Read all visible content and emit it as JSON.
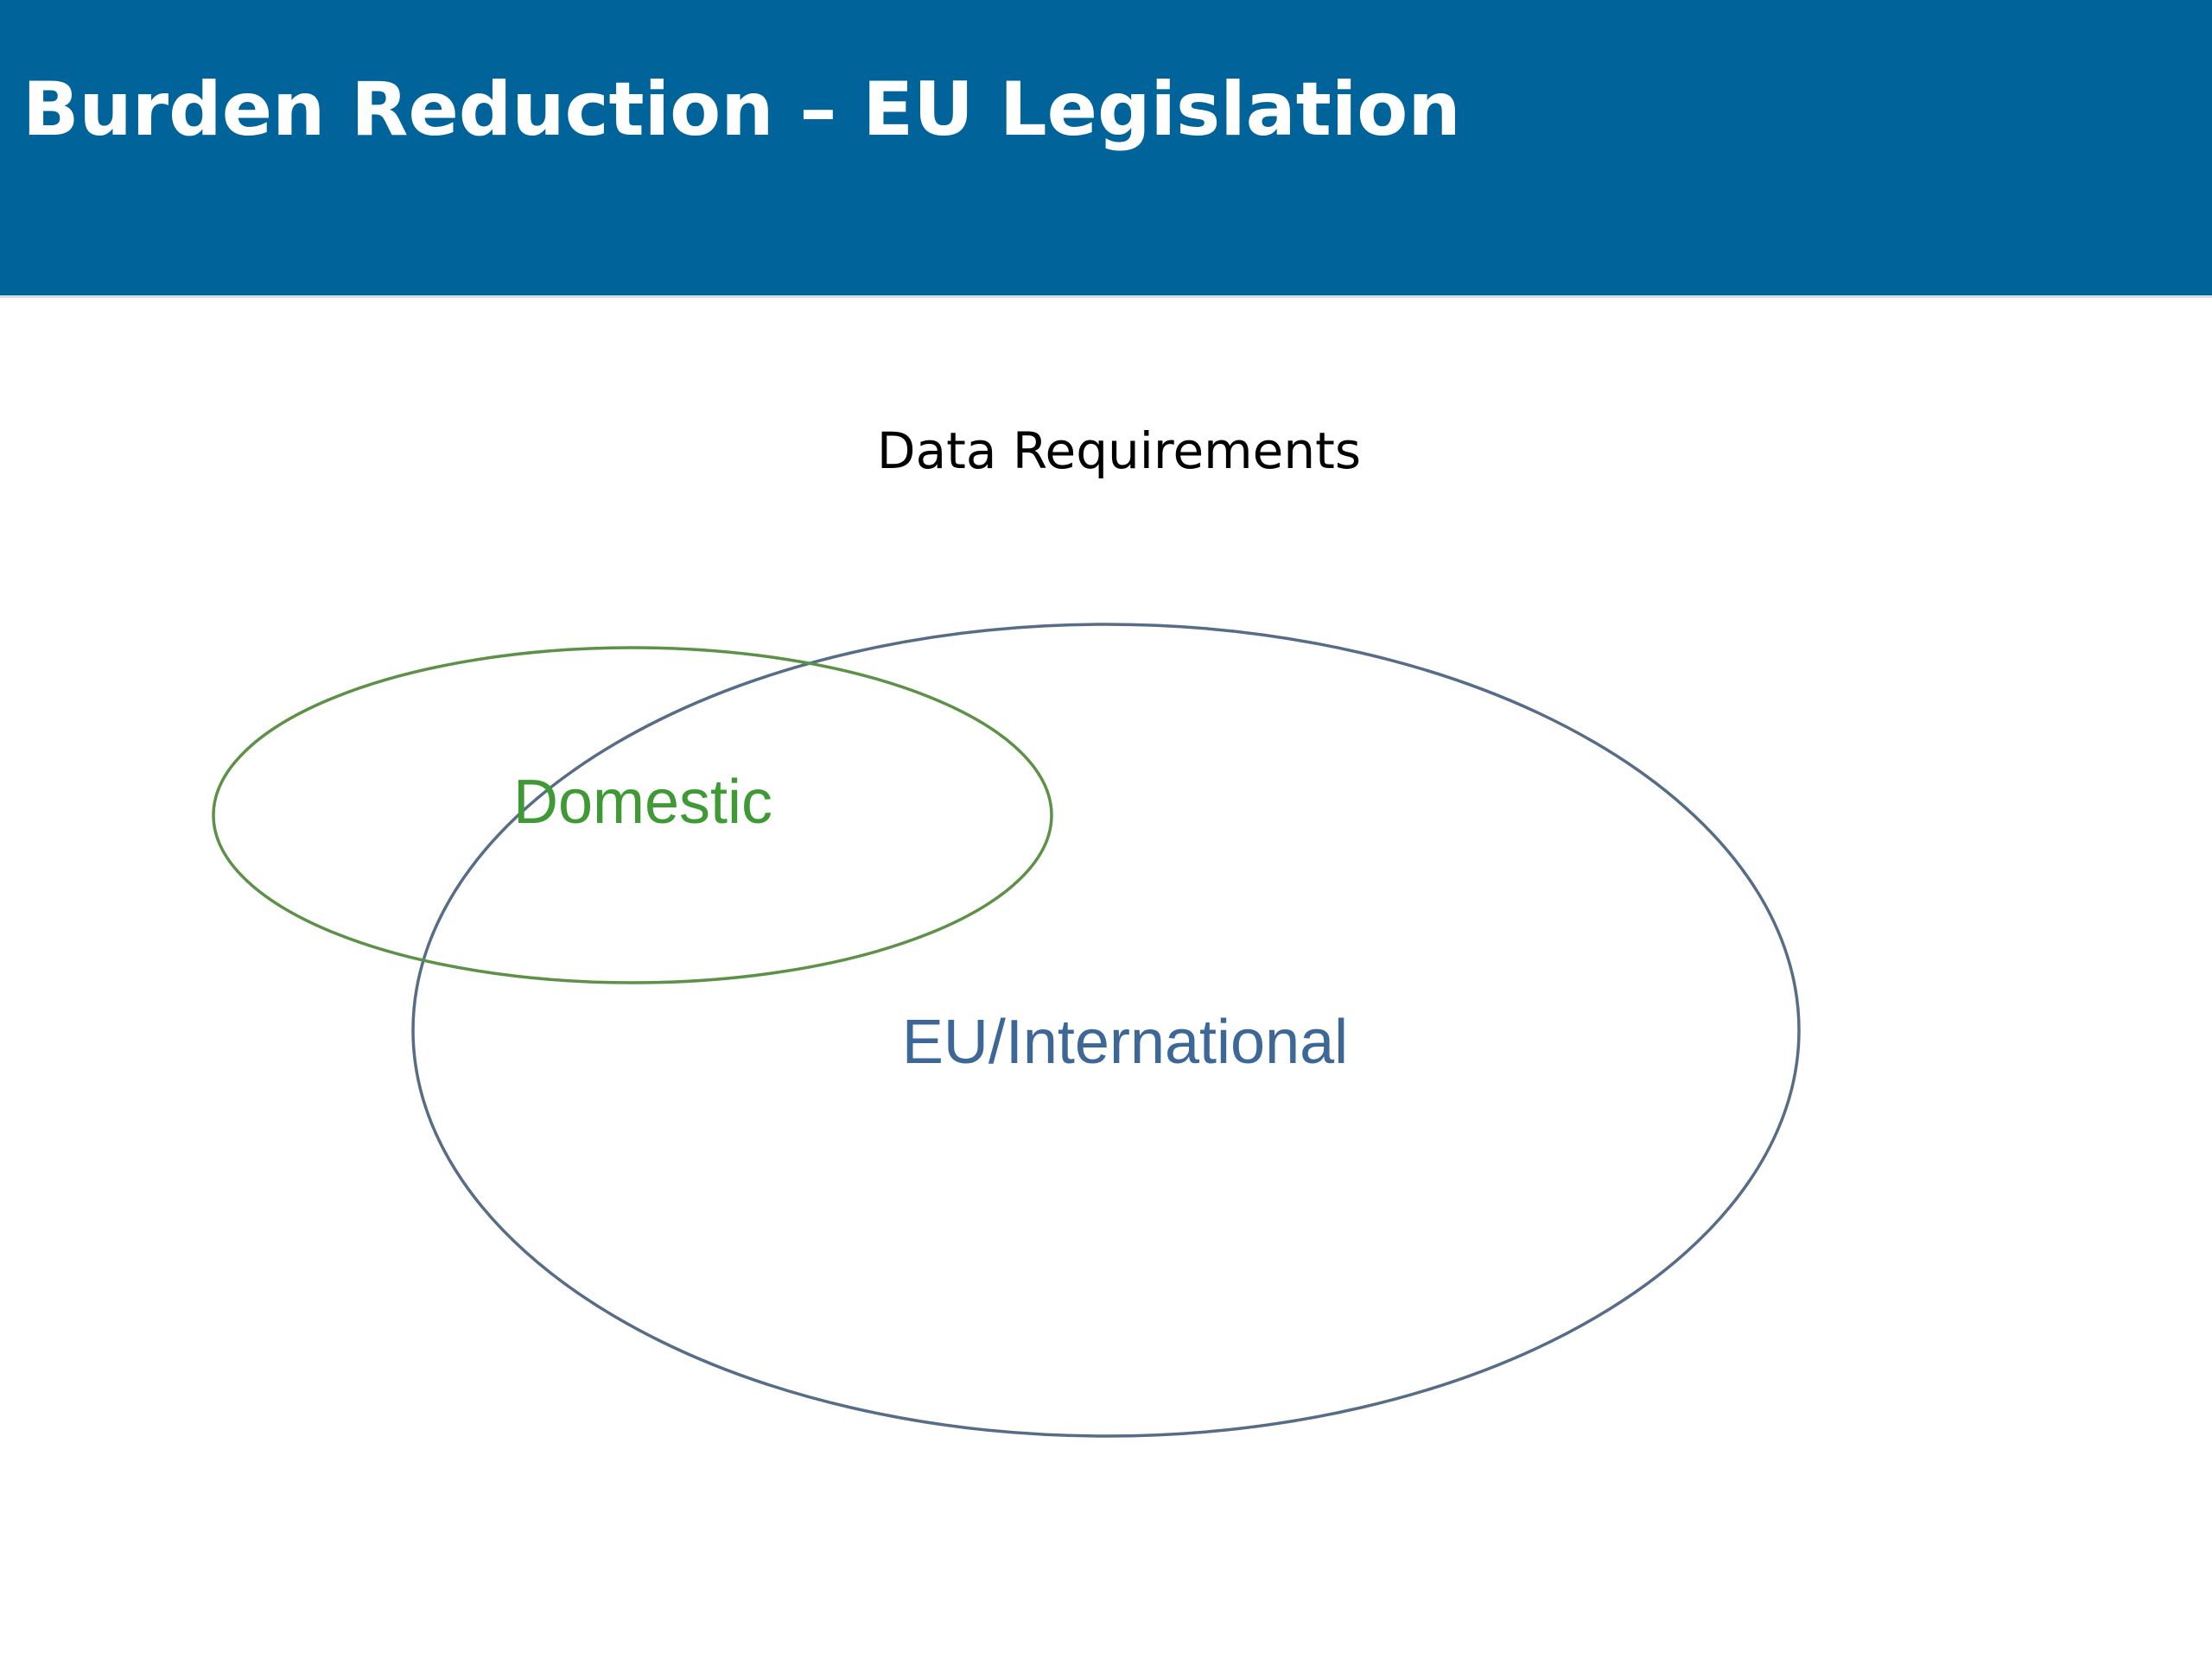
{
  "slide": {
    "title": "Burden Reduction – EU Legislation",
    "subtitle": "Data Requirements"
  },
  "diagram": {
    "sets": [
      {
        "id": "domestic",
        "label": "Domestic",
        "stroke_color": "#5e9148",
        "label_color": "#3f9a35"
      },
      {
        "id": "eu-international",
        "label": "EU/International",
        "stroke_color": "#566c87",
        "label_color": "#3d6797"
      }
    ]
  },
  "colors": {
    "header_background": "#00639a",
    "header_text": "#ffffff",
    "background": "#ffffff"
  }
}
